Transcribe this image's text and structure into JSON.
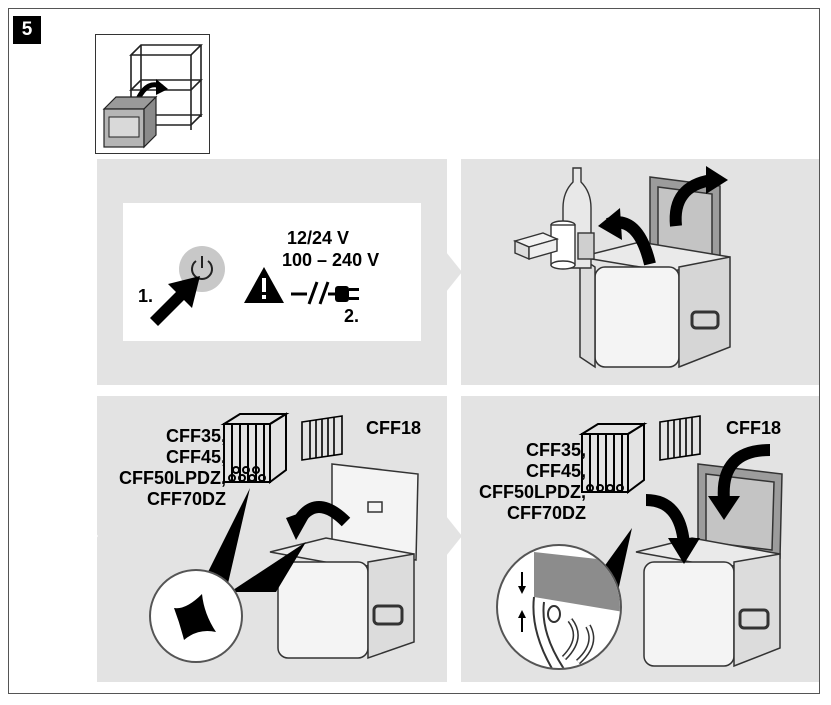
{
  "step": {
    "number": "5"
  },
  "power": {
    "step1_label": "1.",
    "step2_label": "2.",
    "voltage_dc": "12/24 V",
    "voltage_ac": "100 – 240 V"
  },
  "accessories": {
    "left": {
      "models_basket": [
        "CFF35,",
        "CFF45,",
        "CFF50LPDZ,",
        "CFF70DZ"
      ],
      "model_divider": "CFF18"
    },
    "right": {
      "models_basket": [
        "CFF35,",
        "CFF45,",
        "CFF50LPDZ,",
        "CFF70DZ"
      ],
      "model_divider": "CFF18"
    }
  },
  "icons": [
    "shelf-icon",
    "power-button-icon",
    "warning-icon",
    "plug-icon",
    "basket-icon",
    "divider-icon",
    "cloth-icon",
    "cooler-box-icon",
    "arrow-icon",
    "drain-detail-icon"
  ],
  "colors": {
    "panel": "#e3e3e3",
    "text": "#000000",
    "badge": "#000000"
  }
}
